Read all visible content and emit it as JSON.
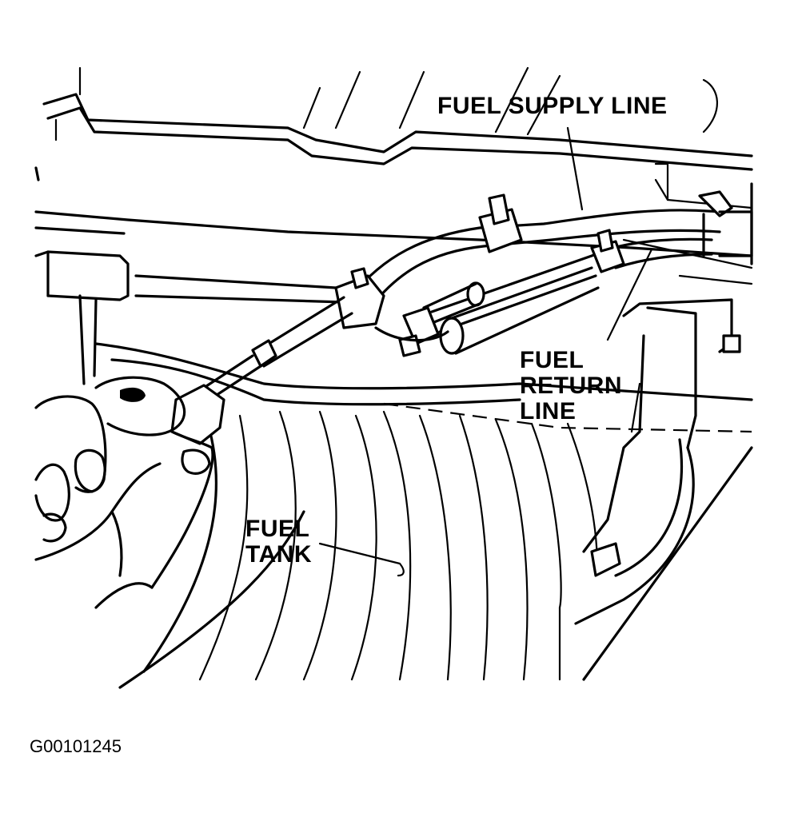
{
  "callouts": {
    "fuel_supply_line": "FUEL SUPPLY LINE",
    "fuel_return_line": [
      "FUEL",
      "RETURN",
      "LINE"
    ],
    "fuel_tank": [
      "FUEL",
      "TANK"
    ]
  },
  "figure_id": "G00101245",
  "colors": {
    "ink": "#000000",
    "paper": "#ffffff"
  }
}
